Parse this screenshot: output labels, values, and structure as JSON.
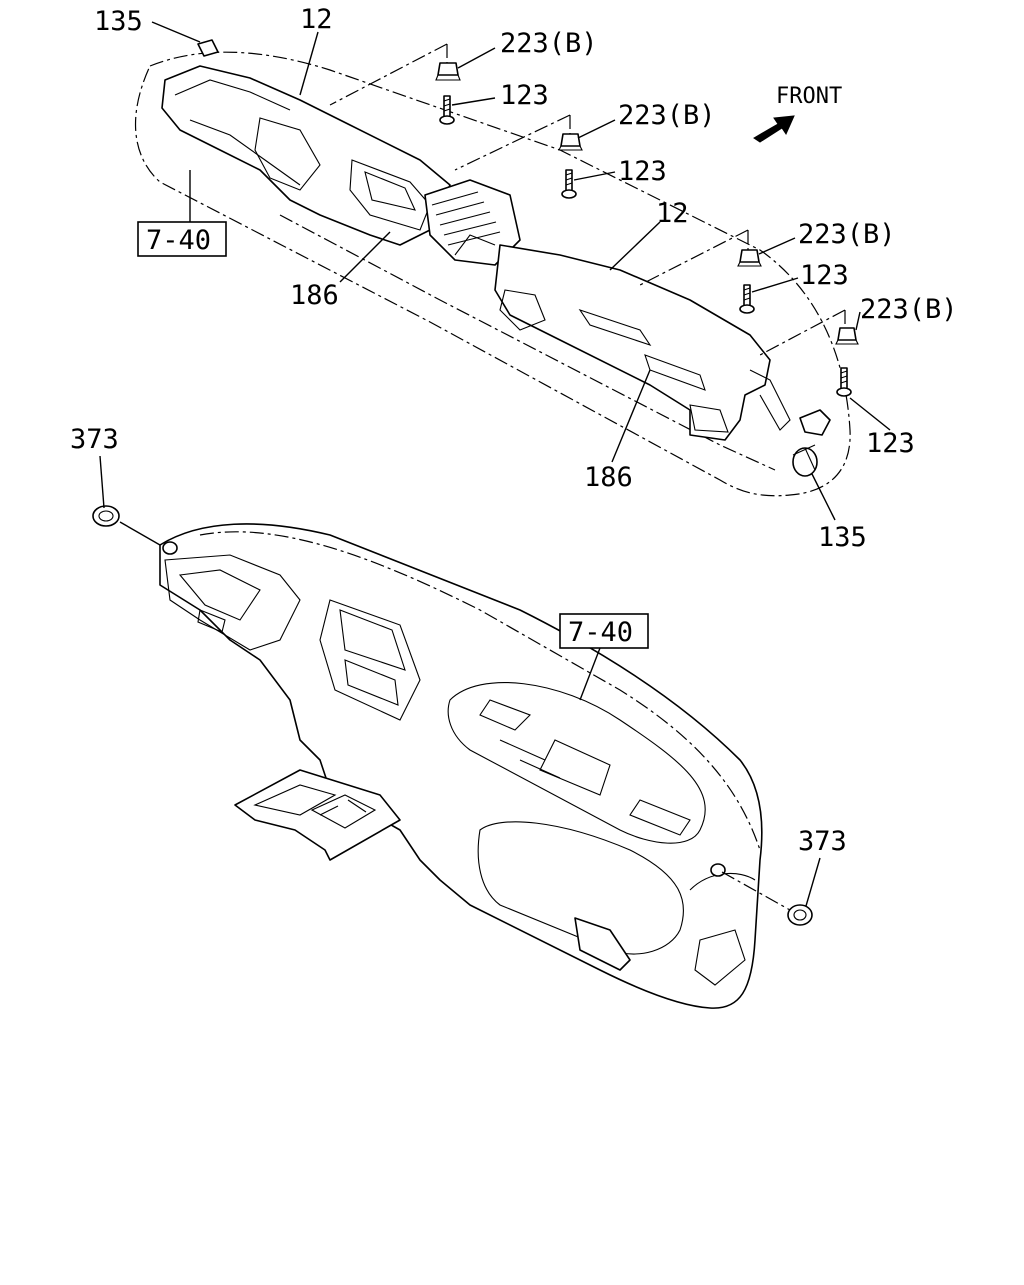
{
  "callouts": {
    "l135_top": "135",
    "l12_top": "12",
    "l223b_1": "223(B)",
    "l123_1": "123",
    "l223b_2": "223(B)",
    "l123_2": "123",
    "l12_mid": "12",
    "l223b_3": "223(B)",
    "l123_3": "123",
    "l223b_4": "223(B)",
    "l123_4": "123",
    "l186_left": "186",
    "l186_right": "186",
    "l135_bottom": "135",
    "l373_left": "373",
    "l373_right": "373",
    "ref_7_40_top": "7-40",
    "ref_7_40_mid": "7-40"
  },
  "direction": {
    "label": "FRONT",
    "arrow_icon": "front-arrow-icon"
  },
  "colors": {
    "line": "#000000",
    "background": "#ffffff"
  }
}
